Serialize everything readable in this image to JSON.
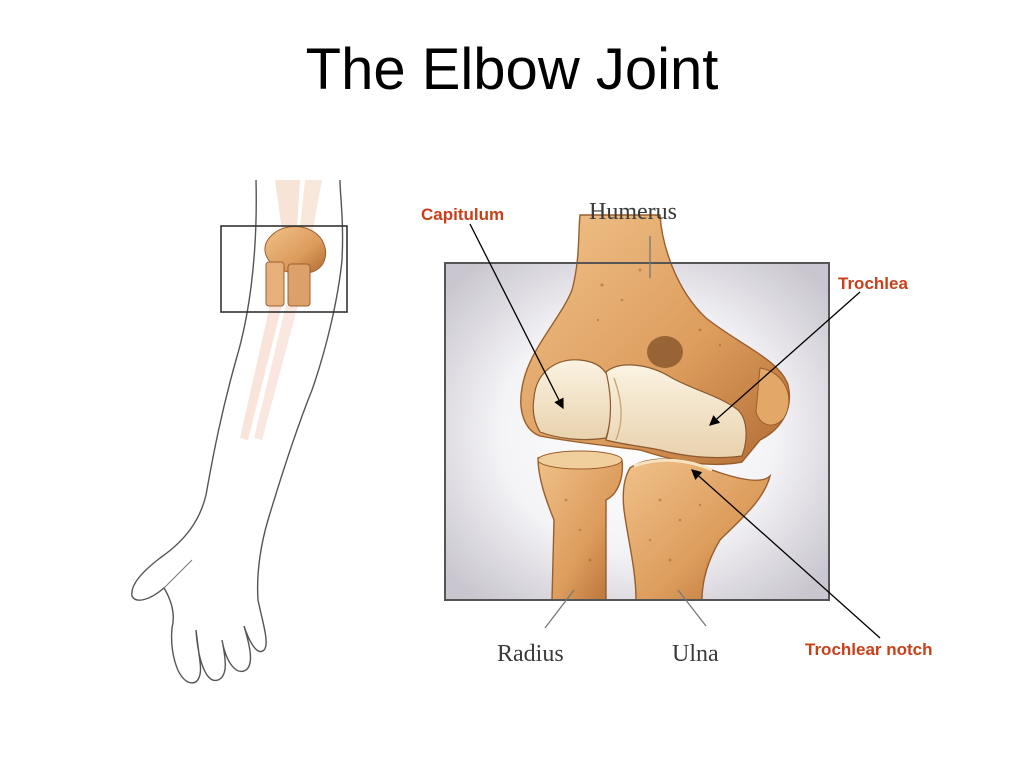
{
  "title": "The Elbow Joint",
  "labels": {
    "capitulum": "Capitulum",
    "humerus": "Humerus",
    "trochlea": "Trochlea",
    "radius": "Radius",
    "ulna": "Ulna",
    "trochlear_notch": "Trochlear notch"
  },
  "colors": {
    "callout_text": "#c8401a",
    "bone": "#e6ad6f",
    "bone_dark": "#b9733a",
    "cartilage": "#f7e9cf"
  }
}
